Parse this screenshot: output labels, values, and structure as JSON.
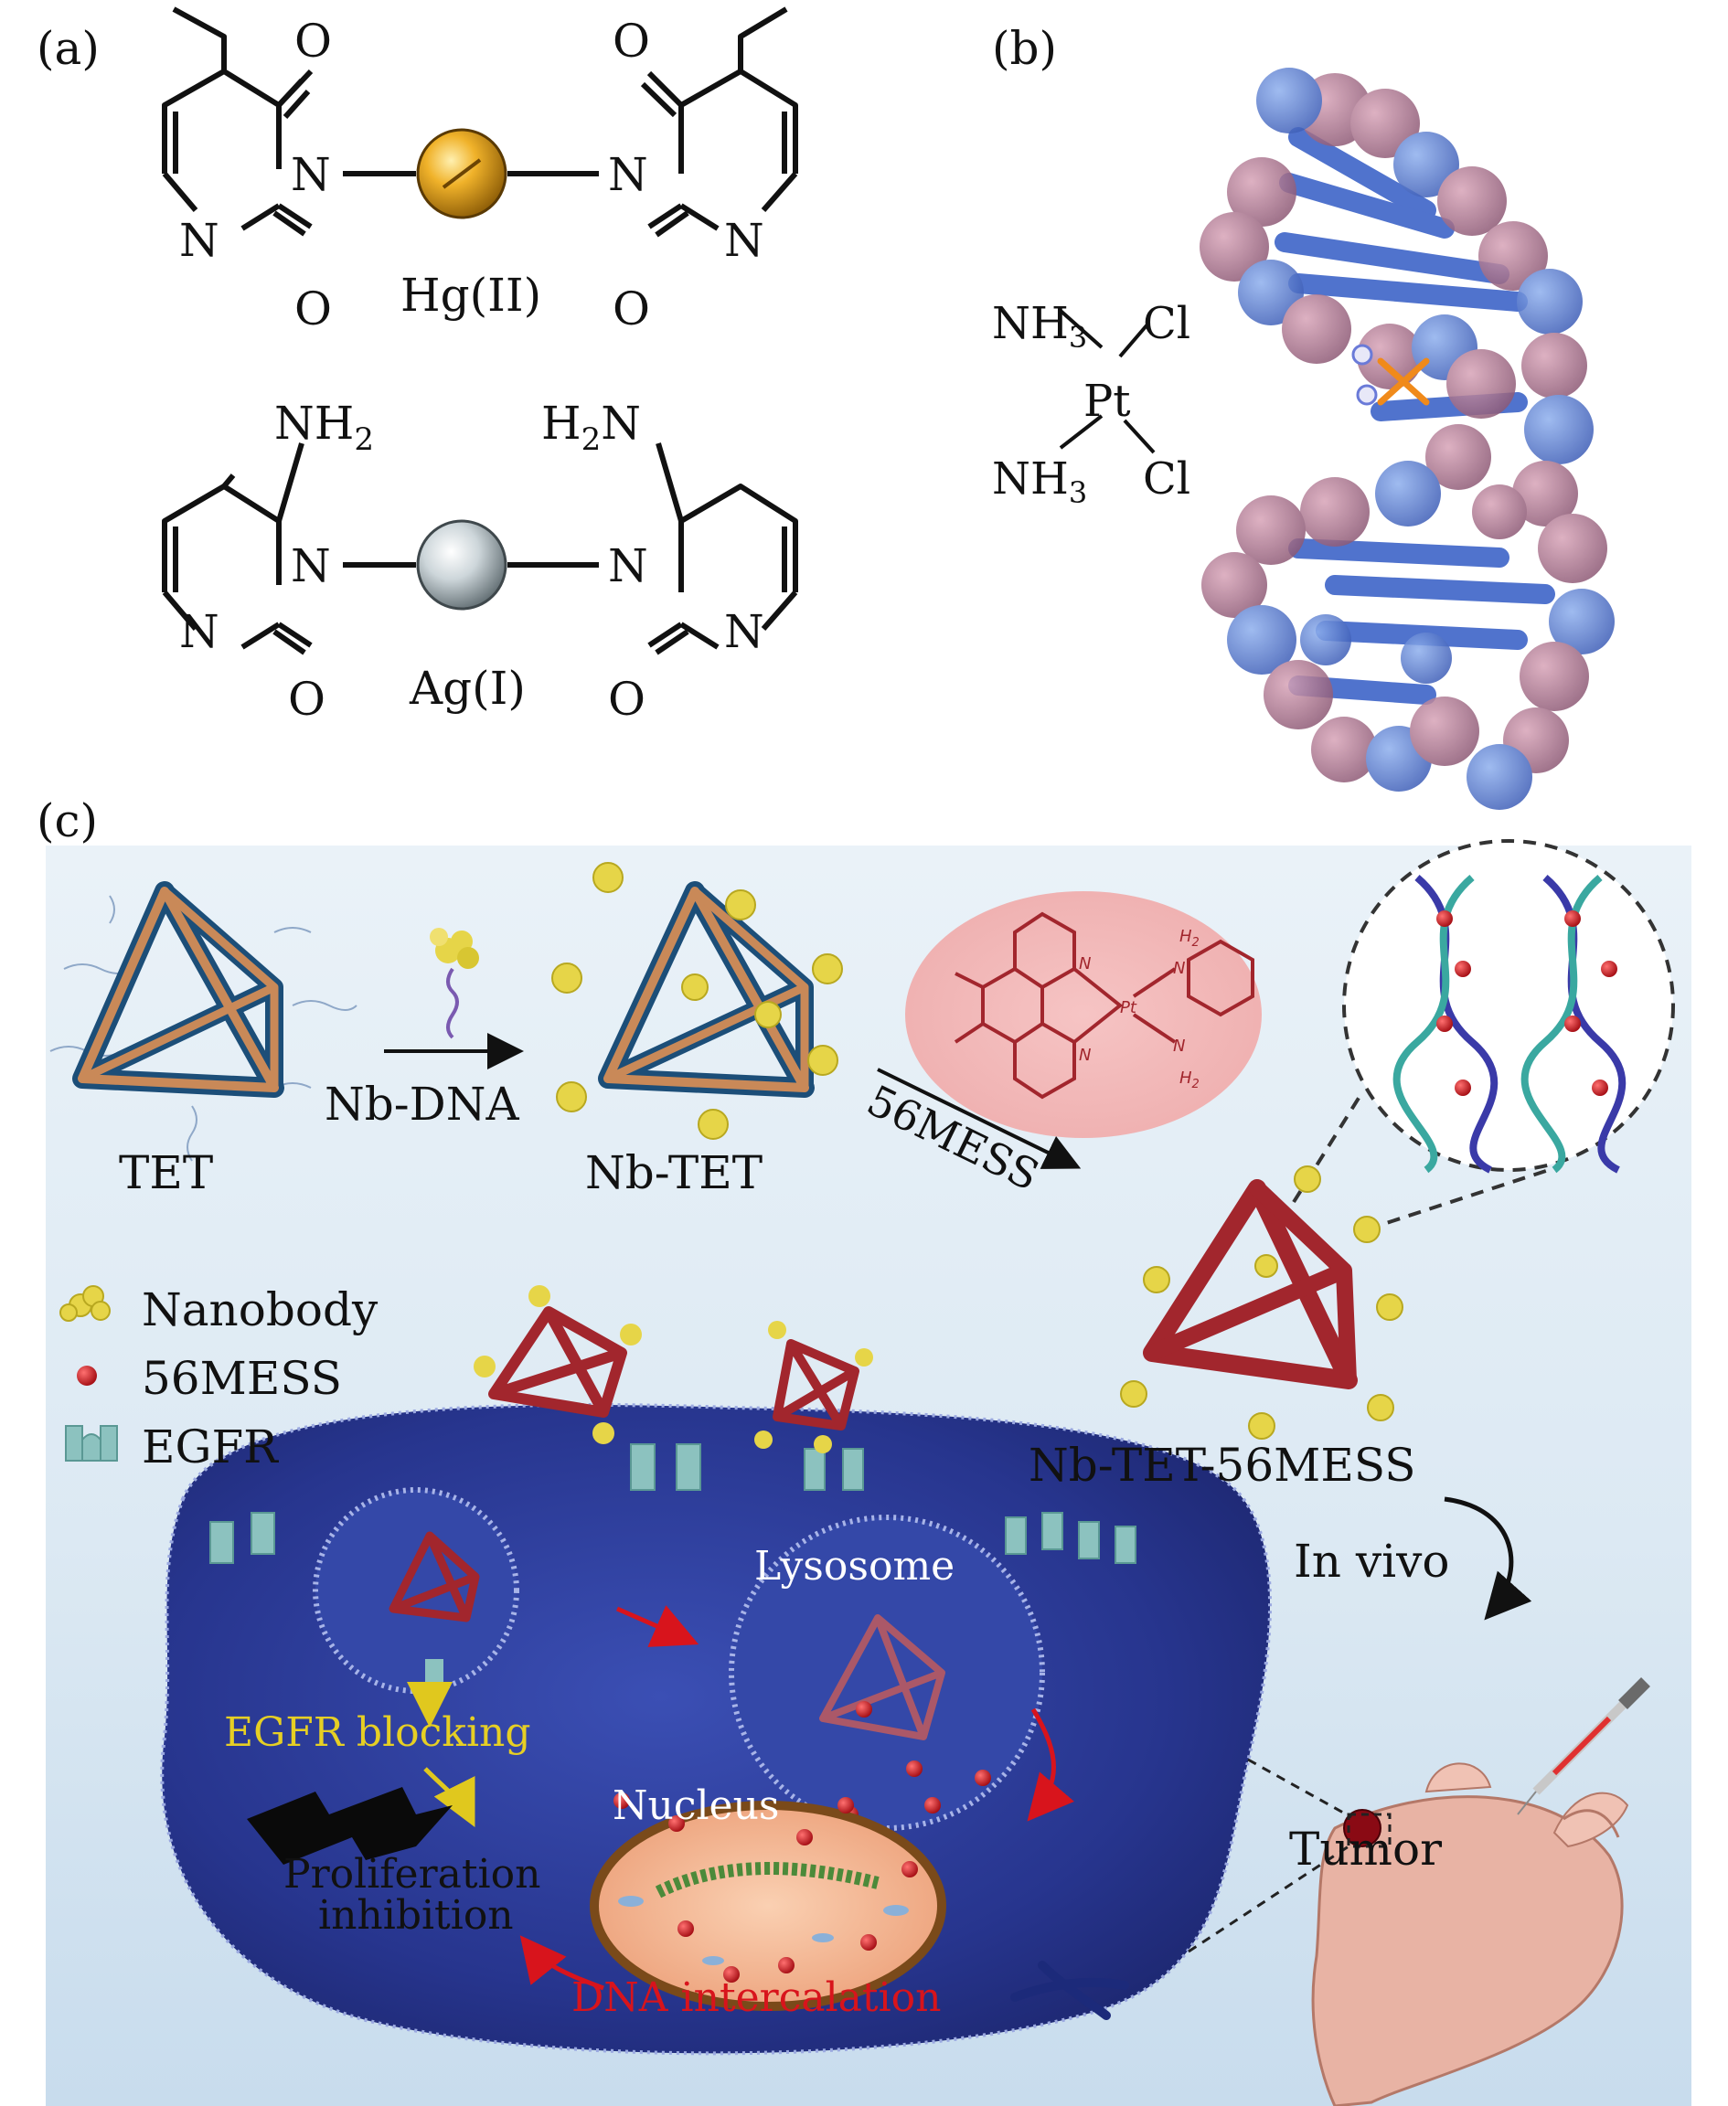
{
  "panel_labels": {
    "a": "(a)",
    "b": "(b)",
    "c": "(c)"
  },
  "panel_a": {
    "top": {
      "o_top_left": "O",
      "o_top_right": "O",
      "n_left_mid": "N",
      "n_right_mid": "N",
      "n_left_bottom": "N",
      "n_right_bottom": "N",
      "o_bottom_left": "O",
      "o_bottom_right": "O",
      "metal": "Hg(II)"
    },
    "bottom": {
      "nh2_left": "NH",
      "nh2_left_sub": "2",
      "h2n_right_h": "H",
      "h2n_right_sub": "2",
      "h2n_right_n": "N",
      "n_left_mid": "N",
      "n_right_mid": "N",
      "n_left_bottom": "N",
      "n_right_bottom": "N",
      "o_bottom_left": "O",
      "o_bottom_right": "O",
      "metal": "Ag(I)"
    }
  },
  "panel_b": {
    "nh3_top": "NH",
    "nh3_top_sub": "3",
    "nh3_bottom": "NH",
    "nh3_bottom_sub": "3",
    "cl_top": "Cl",
    "cl_bottom": "Cl",
    "pt": "Pt"
  },
  "panel_c": {
    "tet": "TET",
    "nb_dna": "Nb-DNA",
    "nb_tet": "Nb-TET",
    "mess_arrow": "56MESS",
    "nb_tet_56mess": "Nb-TET-56MESS",
    "in_vivo": "In vivo",
    "legend": {
      "nanobody": "Nanobody",
      "mess": "56MESS",
      "egfr": "EGFR"
    },
    "lysosome": "Lysosome",
    "egfr_blocking": "EGFR blocking",
    "nucleus": "Nucleus",
    "proliferation_1": "Proliferation",
    "proliferation_2": "inhibition",
    "dna_intercalation": "DNA intercalation",
    "tumor": "Tumor",
    "structure": {
      "h2_top": "H",
      "h2_top_sub": "2",
      "h2_bottom": "H",
      "h2_bottom_sub": "2",
      "n1": "N",
      "n2": "N",
      "n3": "N",
      "n4": "N",
      "pt": "Pt"
    }
  },
  "colors": {
    "hg_metal": "#e8a21a",
    "ag_metal": "#c9d2d6",
    "dna_blue": "#3e64c8",
    "dna_pink": "#c45a86",
    "tet_red": "#a2262d",
    "tet_blue": "#1c4e78",
    "tet_copper": "#c98958",
    "nanobody_yellow": "#e6d548",
    "mess_red": "#c8141c",
    "egfr_teal": "#8cc2bf",
    "cell_blue": "#2a3a96",
    "nucleus_orange": "#f2b28c",
    "egfr_text": "#d9c21e",
    "dna_text": "#d8141c",
    "mouse_pink": "#e8b3a4"
  }
}
